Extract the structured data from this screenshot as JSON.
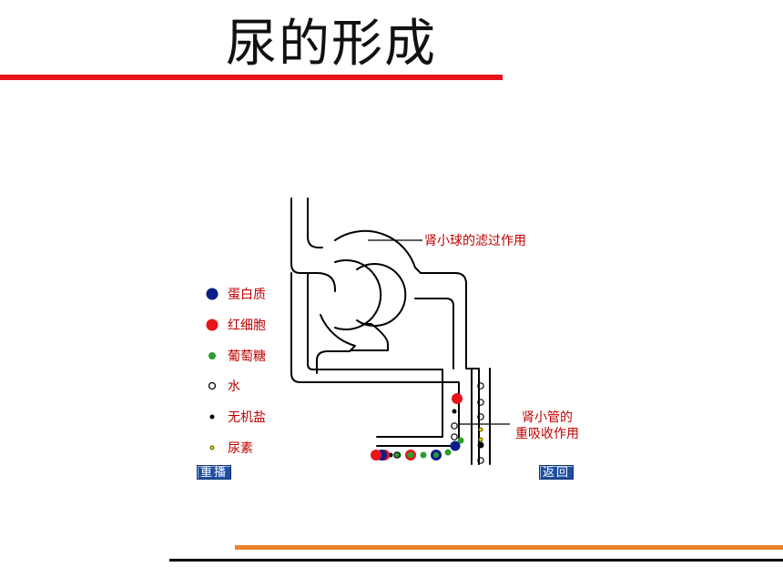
{
  "page": {
    "title": "尿的形成"
  },
  "colors": {
    "title_rule": "#e8141b",
    "bottom_rule": "#e8832a",
    "accent_text": "#c00000",
    "button": "#1f4fa3"
  },
  "legend": [
    {
      "label": "蛋白质",
      "color": "#0b1f8a",
      "kind": "filled-large"
    },
    {
      "label": "红细胞",
      "color": "#e8141b",
      "kind": "filled-large"
    },
    {
      "label": "葡萄糖",
      "color": "#2e9e2e",
      "kind": "filled-small"
    },
    {
      "label": "水",
      "color": "#000000",
      "kind": "hollow"
    },
    {
      "label": "无机盐",
      "color": "#000000",
      "kind": "filled-tiny"
    },
    {
      "label": "尿素",
      "color": "#8a7a00",
      "kind": "hollow-tiny"
    }
  ],
  "diagram": {
    "callout_filtration": "肾小球的滤过作用",
    "callout_reabsorption_line1": "肾小管的",
    "callout_reabsorption_line2": "重吸收作用"
  },
  "controls": {
    "replay_label": "重播",
    "back_label": "返回"
  }
}
